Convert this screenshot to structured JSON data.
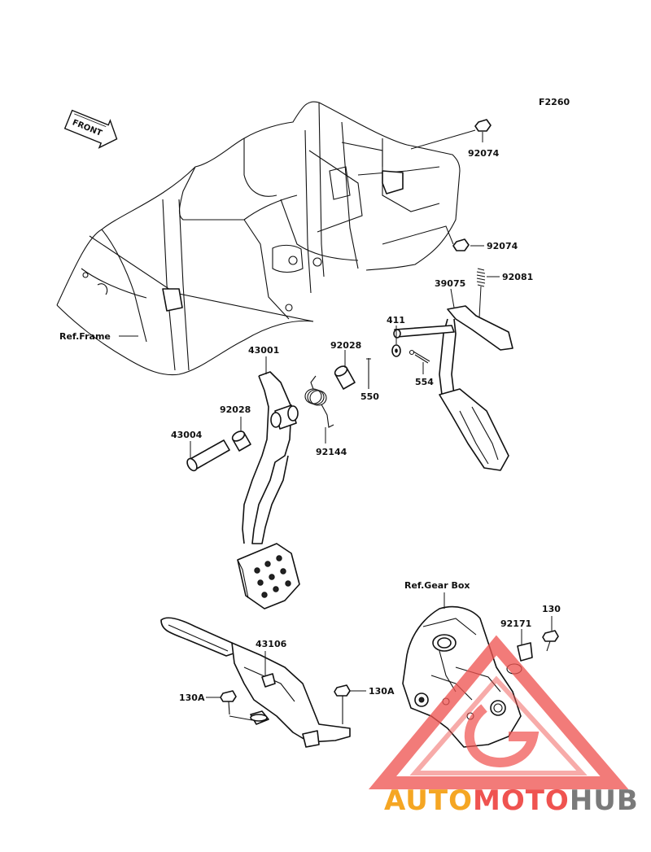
{
  "diagram": {
    "code": "F2260",
    "front_label": "FRONT",
    "parts": {
      "p92074a": "92074",
      "p92074b": "92074",
      "p92081": "92081",
      "p39075": "39075",
      "p411": "411",
      "p554": "554",
      "p550": "550",
      "p92028a": "92028",
      "p92028b": "92028",
      "p43001": "43001",
      "p43004": "43004",
      "p92144": "92144",
      "p43106": "43106",
      "p130Aa": "130A",
      "p130Ab": "130A",
      "p130": "130",
      "p92171": "92171"
    },
    "refs": {
      "frame": "Ref.Frame",
      "gearbox": "Ref.Gear Box"
    }
  },
  "watermark": {
    "part1": "AUTO",
    "part2": "MOTO",
    "part3": "HUB",
    "colors": {
      "orange": "#f5a623",
      "red": "#ef5350",
      "gray": "#7a7a7a"
    }
  }
}
